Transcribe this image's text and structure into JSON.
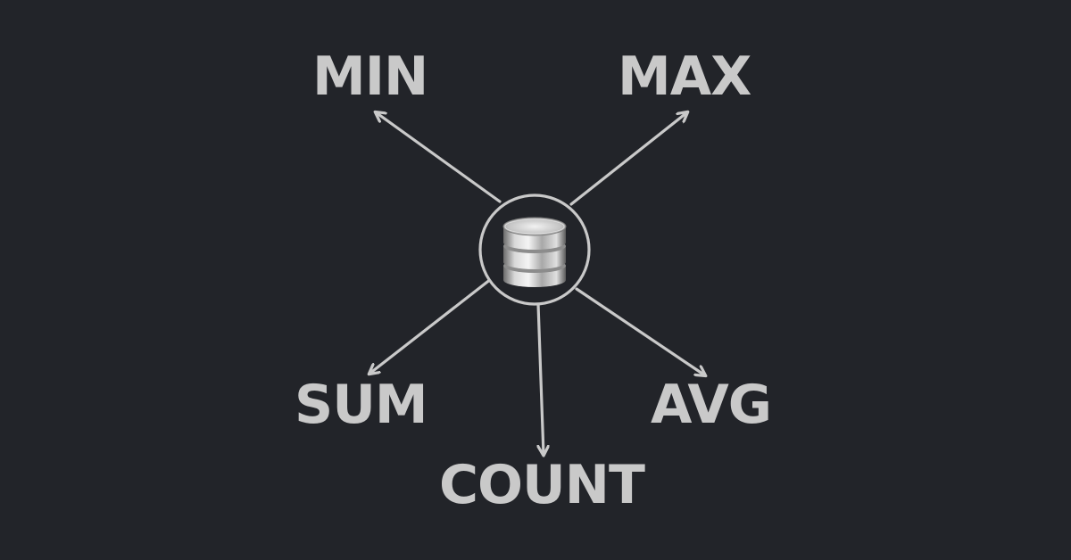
{
  "colors": {
    "background": "#222429",
    "foreground": "#c9c9c9",
    "arrow": "#c9c9c9"
  },
  "center_node": {
    "icon": "database-icon"
  },
  "nodes": {
    "min": "MIN",
    "max": "MAX",
    "sum": "SUM",
    "avg": "AVG",
    "count": "COUNT"
  }
}
